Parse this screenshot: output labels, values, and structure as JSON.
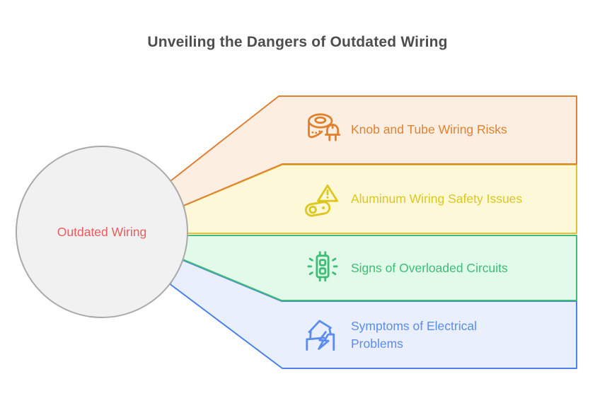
{
  "title": "Unveiling the Dangers of Outdated Wiring",
  "title_color": "#4d4d4d",
  "background_color": "#ffffff",
  "center_node": {
    "label": "Outdated Wiring",
    "fill": "#f1f1f1",
    "border": "#a9a9a9",
    "text_color": "#e85c5c"
  },
  "branches": [
    {
      "label": "Knob and Tube Wiring Risks",
      "icon": "wire-spool-bulb-icon",
      "fill": "#fcefe2",
      "border": "#e08138",
      "text_color": "#e0812e"
    },
    {
      "label": "Aluminum Wiring Safety Issues",
      "icon": "warning-triangle-lug-icon",
      "fill": "#fdf8d7",
      "border": "#dfc32a",
      "text_color": "#ddc71f"
    },
    {
      "label": "Signs of Overloaded Circuits",
      "icon": "circuit-breaker-icon",
      "fill": "#e1faea",
      "border": "#3fbc75",
      "text_color": "#3fbc75"
    },
    {
      "label": "Symptoms of Electrical Problems",
      "icon": "house-lightning-icon",
      "fill": "#e9effc",
      "border": "#4a82e8",
      "text_color": "#5b8cf0"
    }
  ]
}
